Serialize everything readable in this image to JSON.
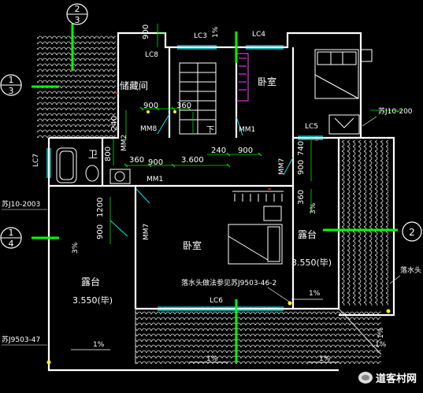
{
  "rooms": {
    "storage": "储藏间",
    "bedroom_top": "卧室",
    "bathroom": "卫",
    "bedroom_main": "卧室",
    "terrace_left": "露台",
    "terrace_right": "露台"
  },
  "elevations": {
    "left": "3.550(毕)",
    "right": "3.550(毕)"
  },
  "dimensions": {
    "d_900_top": "900",
    "d_900_a": "900",
    "d_360_a": "360",
    "d_240_a": "240",
    "d_800": "800",
    "d_360_b": "360",
    "d_900_b": "900",
    "d_3600": "3.600",
    "d_240_b": "240",
    "d_900_c": "900",
    "d_740": "740",
    "d_900_d": "900",
    "d_360_c": "360",
    "d_1200": "1200",
    "d_900_e": "900"
  },
  "openings": {
    "lc3": "LC3",
    "lc4": "LC4",
    "lc8": "LC8",
    "lc5": "LC5",
    "lc6": "LC6",
    "lc7": "LC7",
    "mm8": "MM8",
    "mm1_a": "MM1",
    "mm1_b": "MM1",
    "mm2": "MM2",
    "mm7_a": "MM7",
    "mm7_b": "MM7"
  },
  "slopes": {
    "s_top": "1%",
    "s_left": "3%",
    "s_right": "3%",
    "s_mid": "1%",
    "s_bot_a": "1%",
    "s_bot_b": "1%",
    "s_bot_c": "1%",
    "s_bot_d": "1%",
    "s_vert": "1%"
  },
  "notes": {
    "ref_top_right": "苏J10-200",
    "ref_left": "苏J10-2003",
    "ref_bottom_left": "苏J9503-47",
    "drain_note": "落水头做法参见苏J9503-46-2",
    "drain_right": "落水头"
  },
  "stair_mark": "下",
  "axes": {
    "a_top": "2",
    "a_top_sub": "3",
    "a_left1": "1",
    "a_left1_sub": "3",
    "a_left2": "1",
    "a_left2_sub": "4",
    "a_right": "2"
  },
  "watermark": "道客村网",
  "colors": {
    "wall": "#ffffff",
    "dimension": "#00e000",
    "label": "#ffffff",
    "tag": "#ffffff",
    "annotation": "#ffff00",
    "tile": "#d8d8d8",
    "cyan": "#00e6e6",
    "magenta": "#ff40ff",
    "red": "#ff3030",
    "green_bar": "#00ff00"
  }
}
